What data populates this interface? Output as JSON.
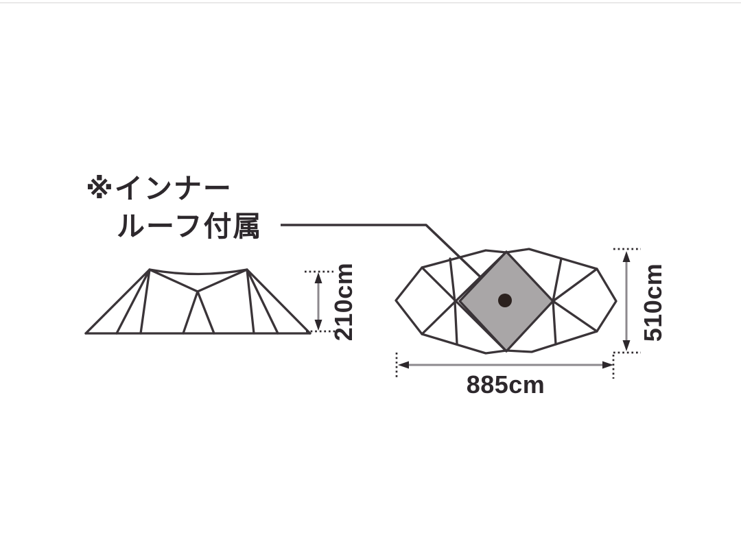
{
  "note": {
    "line1": "※インナー",
    "line2": "ルーフ付属"
  },
  "dims": {
    "height": "210cm",
    "width": "885cm",
    "depth": "510cm"
  },
  "colors": {
    "bg": "#ffffff",
    "line": "#3a3438",
    "text": "#2d282c",
    "dim-shaft": "#8d898e",
    "diamond": "#a9a6a7",
    "dot": "#2b211e",
    "top-edge": "#e9e8e8"
  }
}
